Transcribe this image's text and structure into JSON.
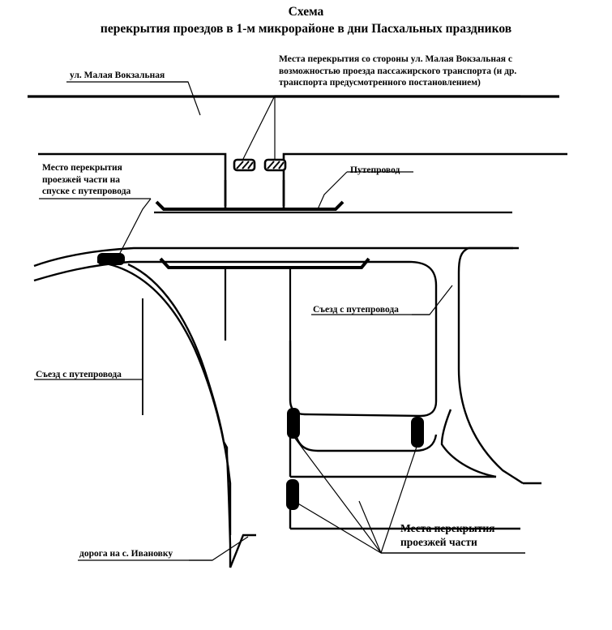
{
  "document": {
    "title_lines": [
      "Схема",
      "перекрытия проездов в 1-м микрорайоне в дни Пасхальных праздников"
    ]
  },
  "labels": {
    "street_malaya_vokzalnaya": "ул. Малая Вокзальная",
    "closure_points_note": "Места перекрытия со стороны ул. Малая Вокзальная с возможностью проезда пассажирского транспорта (и др. транспорта предусмотренного постановлением)",
    "closure_on_descent": "Место перекрытия\nпроезжей части на\nспуске с путепровода",
    "overpass": "Путепровод",
    "exit_from_overpass_center": "Съезд с путепровода",
    "exit_from_overpass_left": "Съезд с путепровода",
    "closure_points_roadway": "Места перекрытия\nпроезжей части",
    "road_to_ivanovka": "дорога на с. Ивановку"
  },
  "markers": {
    "passable_closure_icon": "hatched-barrier-icon",
    "full_closure_icon": "solid-barrier-icon",
    "passable_closure_count": 2,
    "full_closure_count": 4
  },
  "colors": {
    "ink": "#000000",
    "paper": "#ffffff"
  }
}
